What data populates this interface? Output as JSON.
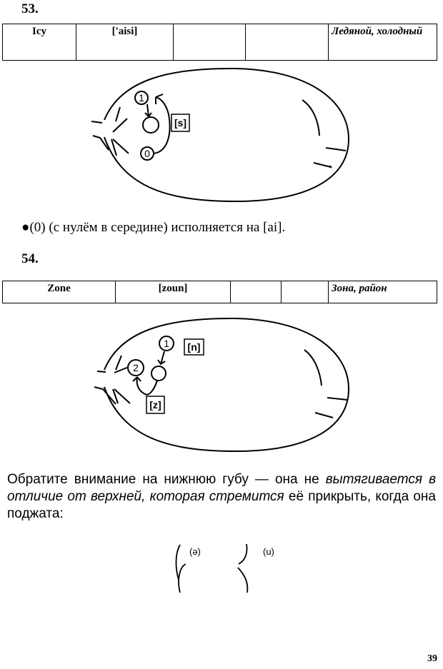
{
  "ex53": {
    "number": "53.",
    "word": "Icy",
    "transcription": "['aisi]",
    "translation": "Ледяной, холодный",
    "diagram": {
      "circle1": "1",
      "circle0": "0",
      "sound": "[s]"
    },
    "note_bullet": "●",
    "note": "(0) (с нулём в середине) исполняется на [ai]."
  },
  "ex54": {
    "number": "54.",
    "word": "Zone",
    "transcription": "[zoun]",
    "translation": "Зона, район",
    "diagram": {
      "circle1": "1",
      "circle2": "2",
      "sound1": "[n]",
      "sound2": "[z]"
    }
  },
  "paragraph": {
    "part1": "Обратите внимание на нижнюю губу — она не ",
    "part2_italic": "вытягивается в отличие от верхней, которая стремится",
    "part3": " её прикрыть, когда она поджата:"
  },
  "lips": {
    "label1": "(ə)",
    "label2": "(u)"
  },
  "page_number": "39"
}
